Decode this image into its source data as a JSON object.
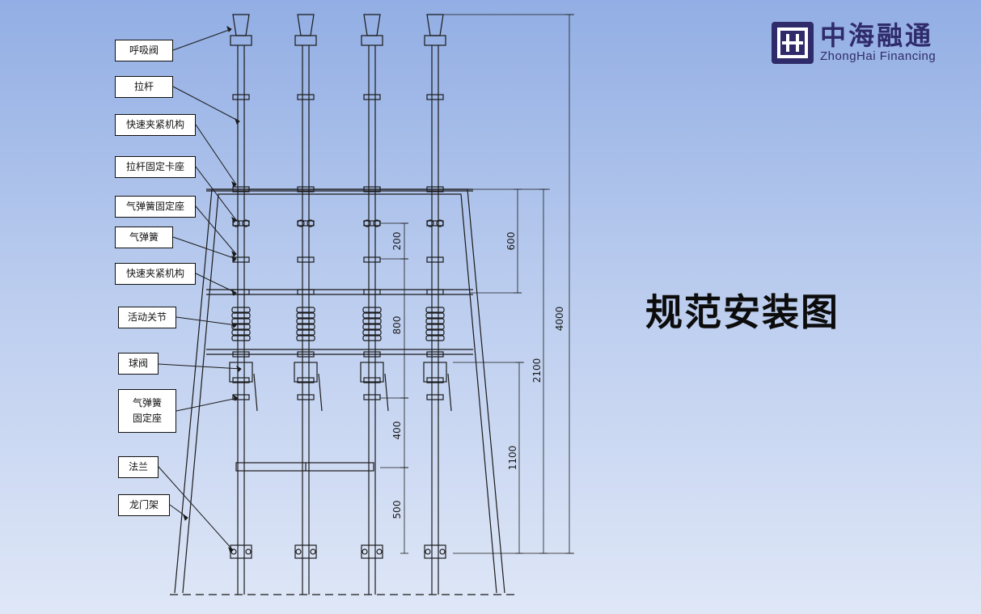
{
  "title": "规范安装图",
  "logo": {
    "name_cn": "中海融通",
    "name_en": "ZhongHai Financing",
    "brand_color": "#2f2b6a"
  },
  "callouts": [
    {
      "lines": [
        "呼吸阀"
      ]
    },
    {
      "lines": [
        "拉杆"
      ]
    },
    {
      "lines": [
        "快速夹紧机构"
      ]
    },
    {
      "lines": [
        "拉杆固定卡座"
      ]
    },
    {
      "lines": [
        "气弹簧固定座"
      ]
    },
    {
      "lines": [
        "气弹簧"
      ]
    },
    {
      "lines": [
        "快速夹紧机构"
      ]
    },
    {
      "lines": [
        "活动关节"
      ]
    },
    {
      "lines": [
        "球阀"
      ]
    },
    {
      "lines": [
        "气弹簧",
        "固定座"
      ]
    },
    {
      "lines": [
        "法兰"
      ]
    },
    {
      "lines": [
        "龙门架"
      ]
    }
  ],
  "dimensions": {
    "d200": "200",
    "d800": "800",
    "d400": "400",
    "d500": "500",
    "d600": "600",
    "d1100": "1100",
    "d2100": "2100",
    "d4000": "4000"
  },
  "colors": {
    "line": "#1a1a1a",
    "background_top": "#92aee4",
    "background_bottom": "#dfe7f7"
  }
}
